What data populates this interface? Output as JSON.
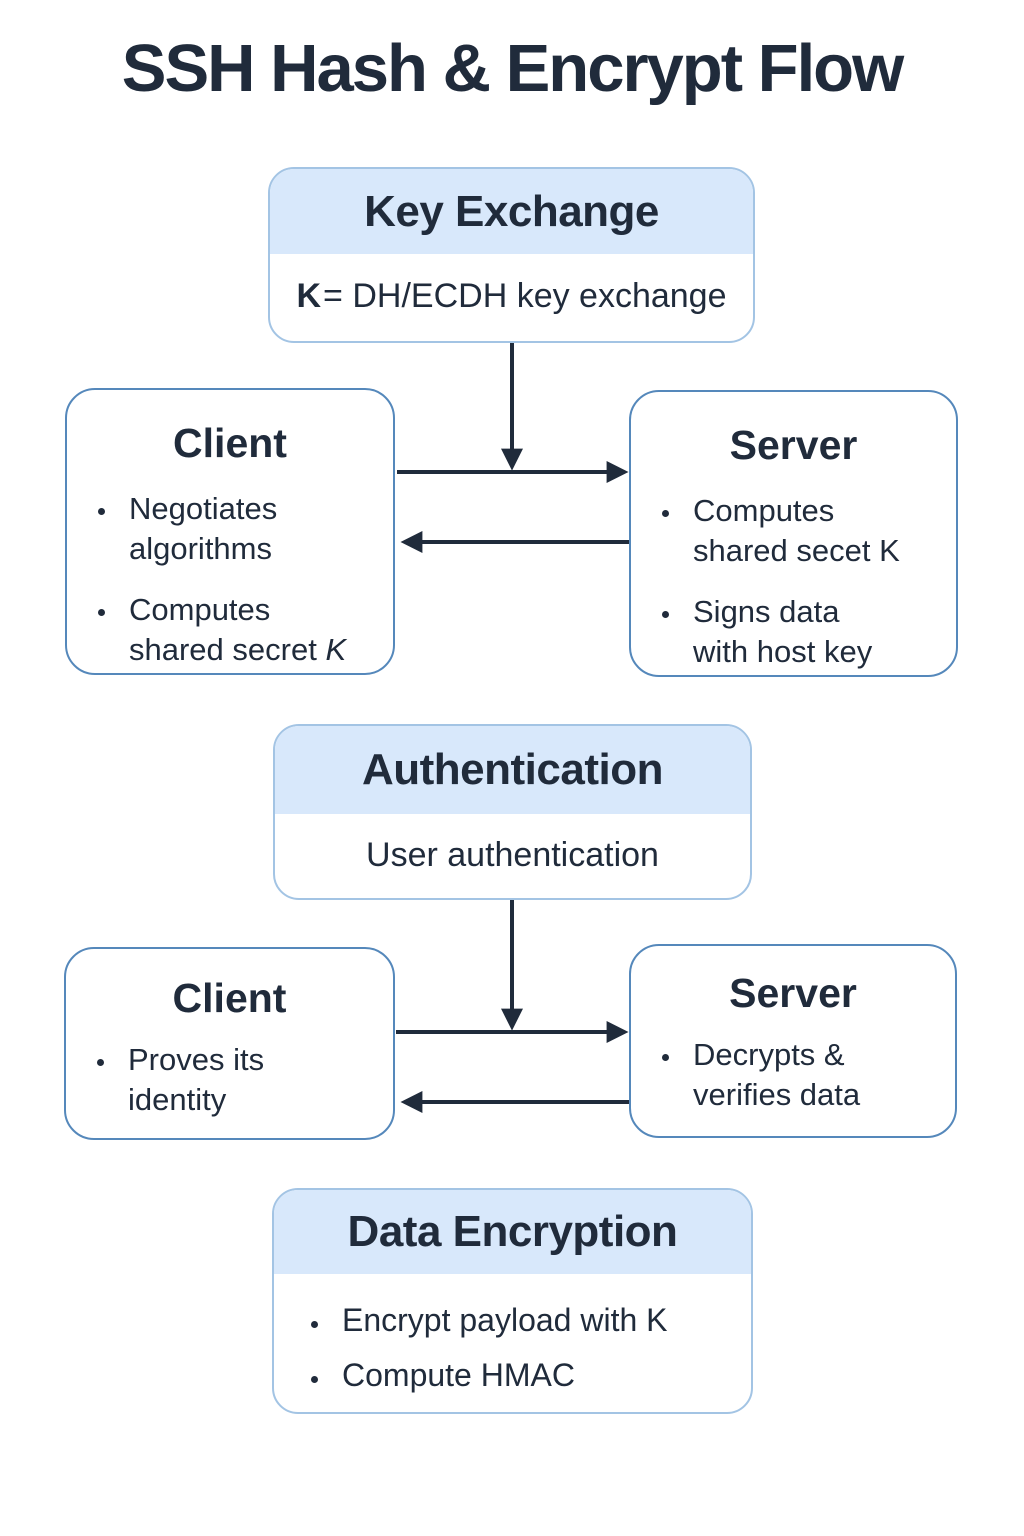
{
  "title": "SSH Hash & Encrypt Flow",
  "colors": {
    "ink": "#202b3b",
    "header_fill": "#d8e8fb",
    "stage_border": "#a3c4e4",
    "node_border": "#5588bb",
    "arrow": "#202b3b"
  },
  "key_exchange": {
    "title": "Key Exchange",
    "k": "K",
    "body": "= DH/ECDH key exchange"
  },
  "kex_client": {
    "title": "Client",
    "bullets": [
      {
        "lines": [
          "Negotiates",
          "algorithms"
        ]
      },
      {
        "lines": [
          "Computes",
          "shared secret "
        ],
        "italic": "K"
      }
    ]
  },
  "kex_server": {
    "title": "Server",
    "bullets": [
      {
        "lines": [
          "Computes",
          "shared secet K"
        ]
      },
      {
        "lines": [
          "Signs data",
          "with host key"
        ]
      }
    ]
  },
  "authentication": {
    "title": "Authentication",
    "body": "User authentication"
  },
  "auth_client": {
    "title": "Client",
    "bullets": [
      {
        "lines": [
          "Proves its",
          "identity"
        ]
      }
    ]
  },
  "auth_server": {
    "title": "Server",
    "bullets": [
      {
        "lines": [
          "Decrypts &",
          "verifies data"
        ]
      }
    ]
  },
  "data_encryption": {
    "title": "Data Encryption",
    "bullets": [
      {
        "lines": [
          "Encrypt payload with K"
        ]
      },
      {
        "lines": [
          "Compute HMAC"
        ]
      }
    ]
  }
}
